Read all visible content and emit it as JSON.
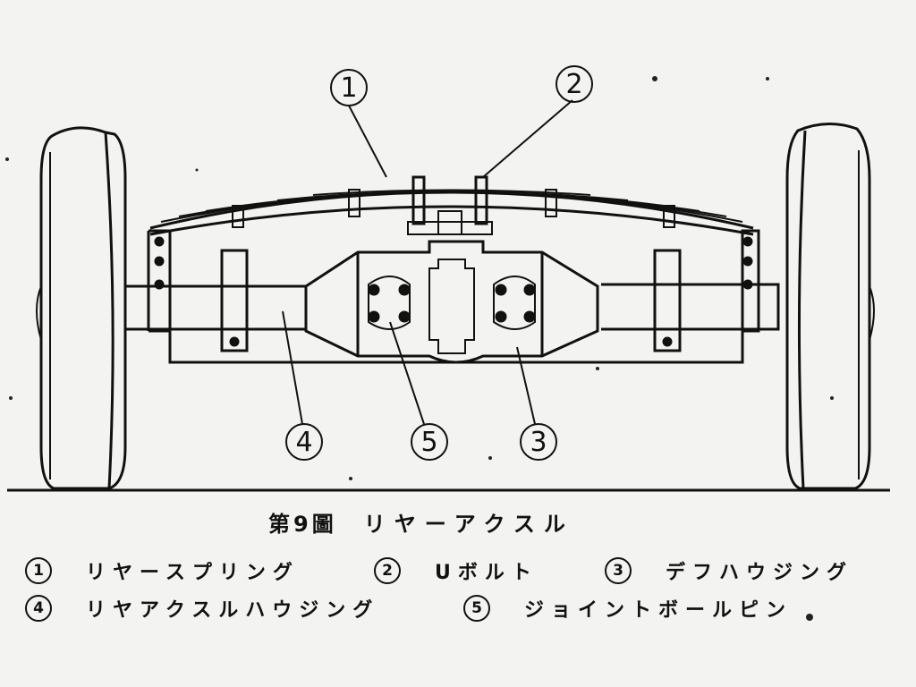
{
  "callouts": [
    "1",
    "2",
    "3",
    "4",
    "5"
  ],
  "caption": {
    "figure": "第9圖",
    "title": "リヤーアクスル"
  },
  "legend": [
    {
      "num": "1",
      "label": "リヤースプリング"
    },
    {
      "num": "2",
      "label": "Uボルト"
    },
    {
      "num": "3",
      "label": "デフハウジング"
    },
    {
      "num": "4",
      "label": "リヤアクスルハウジング"
    },
    {
      "num": "5",
      "label": "ジョイントボールピン"
    }
  ]
}
